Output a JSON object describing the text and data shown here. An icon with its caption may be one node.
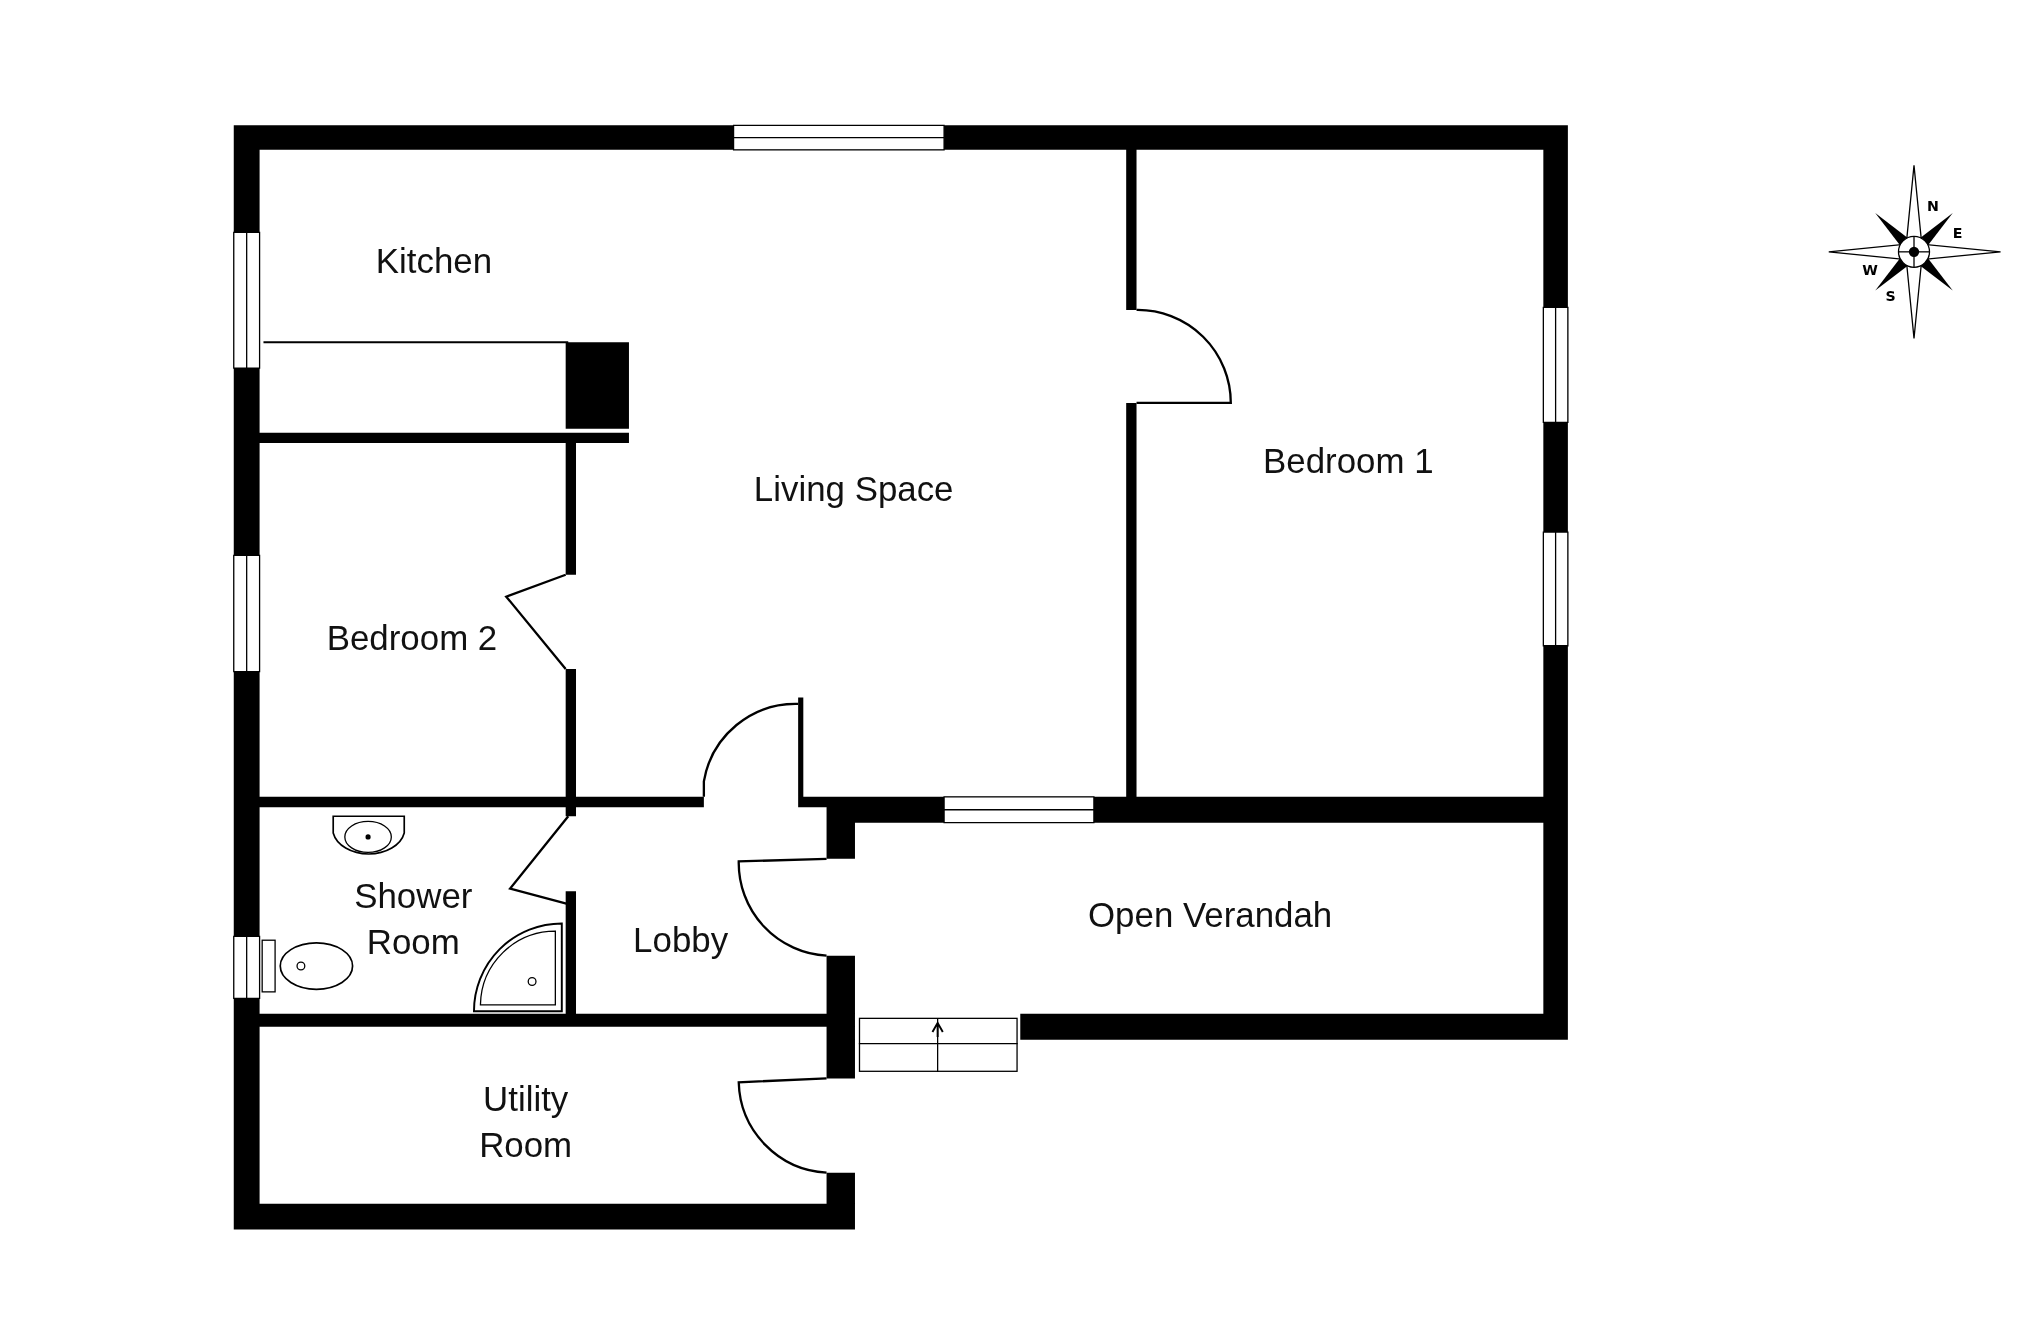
{
  "diagram": {
    "labels": [
      "Kitchen",
      "N",
      "W",
      "E",
      "S",
      "Bedroom 1",
      "Living Space",
      "Bedroom 2",
      "Shower Room",
      "Open Verandah",
      "Lobby",
      "Utility Room"
    ]
  }
}
